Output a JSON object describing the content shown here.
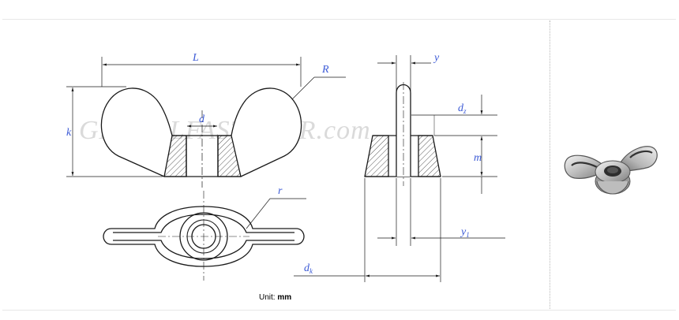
{
  "watermark": "GLOBALFASTENER.com",
  "unit": {
    "label": "Unit:",
    "value": "mm"
  },
  "dimensions": {
    "L": "L",
    "R": "R",
    "d": "d",
    "k": "k",
    "r": "r",
    "y": "y",
    "dz": "d",
    "dz_sub": "z",
    "m": "m",
    "y1": "y",
    "y1_sub": "1",
    "dk": "d",
    "dk_sub": "k"
  },
  "colors": {
    "line": "#1a1a1a",
    "dimension_text": "#3d5bd6",
    "divider": "#b8b8b8"
  }
}
